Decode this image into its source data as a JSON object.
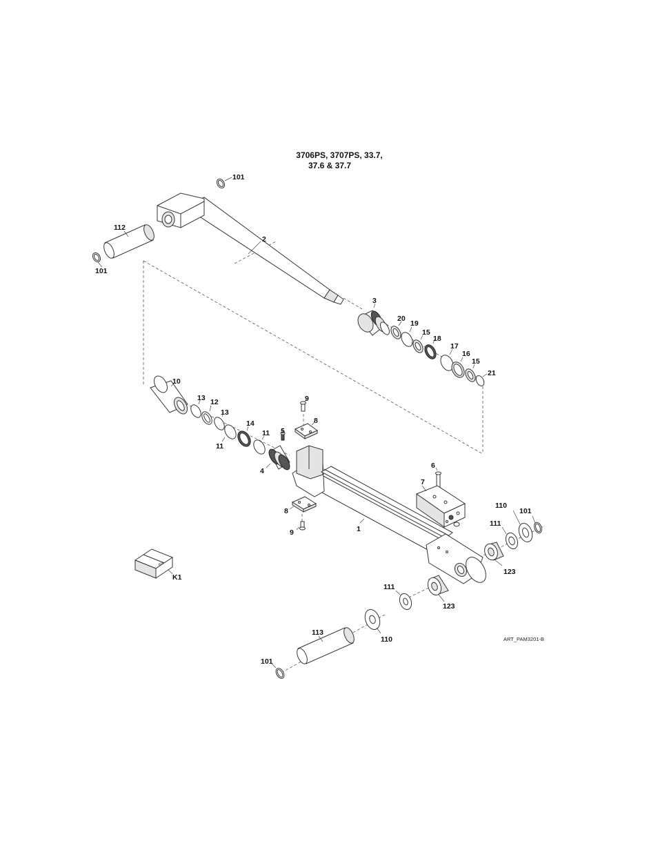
{
  "title": {
    "line1": "3706PS, 3707PS, 33.7,",
    "line2": "37.6 & 37.7"
  },
  "art_id": "ART_PAM3201-B",
  "kit_box_text": "KIT",
  "callouts": {
    "ring_101_top": "101",
    "pin_112": "112",
    "ring_101_left": "101",
    "rod_2": "2",
    "piston_3": "3",
    "seal_20": "20",
    "seal_19": "19",
    "seal_15_a": "15",
    "seal_18": "18",
    "seal_17": "17",
    "seal_16": "16",
    "seal_15_b": "15",
    "seal_21": "21",
    "gland_10": "10",
    "ring_13_a": "13",
    "ring_12": "12",
    "ring_13_b": "13",
    "ring_11_a": "11",
    "ring_14": "14",
    "ring_11_b": "11",
    "screw_5": "5",
    "head_4": "4",
    "screw_9_top": "9",
    "plate_8_top": "8",
    "plate_8_bottom": "8",
    "screw_9_bottom": "9",
    "barrel_1": "1",
    "screw_6": "6",
    "valve_7": "7",
    "washer_110_right": "110",
    "ring_101_right": "101",
    "washer_111_right": "111",
    "bushing_123_right": "123",
    "kit_k1": "K1",
    "washer_111_bottom": "111",
    "bushing_123_bottom": "123",
    "pin_113": "113",
    "washer_110_bottom": "110",
    "ring_101_bottom": "101"
  }
}
